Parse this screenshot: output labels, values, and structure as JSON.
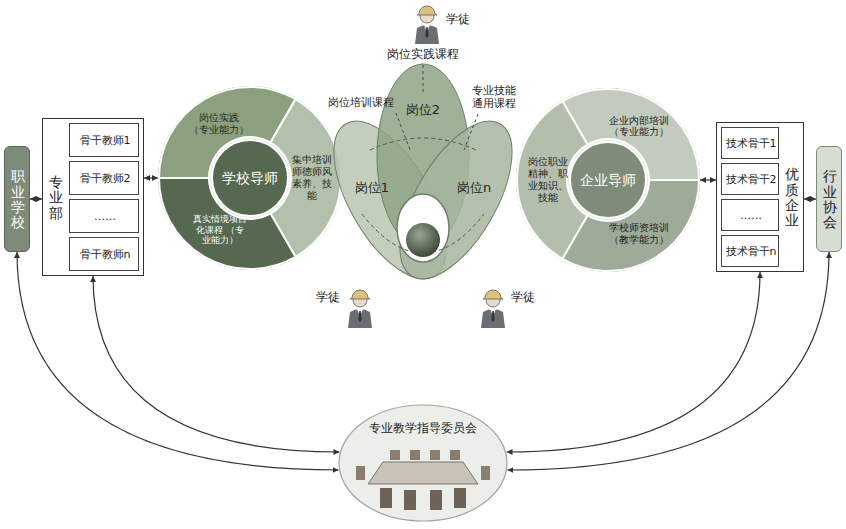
{
  "diagram": {
    "nodes": [
      {
        "text": [
          "职业学校"
        ]
      },
      {
        "text": [
          "专业部"
        ]
      },
      {
        "text": [
          "骨干教师1"
        ],
        "in": 1
      },
      {
        "text": [
          "骨干教师2"
        ],
        "in": 1
      },
      {
        "text": [
          "……"
        ],
        "in": 1
      },
      {
        "text": [
          "骨干教师n"
        ],
        "in": 1
      },
      {
        "text": [
          "学校导师"
        ]
      },
      {
        "text": [
          "岗位实践 （专业能力）"
        ],
        "in": 6
      },
      {
        "text": [
          "集中培训 师德师风素养、技能"
        ],
        "in": 6
      },
      {
        "text": [
          "真实情境项目化课程 （专业能力）"
        ],
        "in": 6
      },
      {
        "text": [
          "岗位1"
        ]
      },
      {
        "text": [
          "岗位2"
        ]
      },
      {
        "text": [
          "岗位n"
        ]
      },
      {
        "text": [
          "企业导师"
        ]
      },
      {
        "text": [
          "企业内部培训 （专业能力）"
        ],
        "in": 13
      },
      {
        "text": [
          "岗位职业精神、职业知识、技能"
        ],
        "in": 13
      },
      {
        "text": [
          "学校师资培训 （教学能力）"
        ],
        "in": 13
      },
      {
        "text": [
          "优质企业"
        ]
      },
      {
        "text": [
          "技术骨干1"
        ],
        "in": 17
      },
      {
        "text": [
          "技术骨干2"
        ],
        "in": 17
      },
      {
        "text": [
          "……"
        ],
        "in": 17
      },
      {
        "text": [
          "技术骨干n"
        ],
        "in": 17
      },
      {
        "text": [
          "行业协会"
        ]
      },
      {
        "text": [
          "专业教学指导委员会"
        ]
      }
    ],
    "edges": [
      {
        "from": 0,
        "to": 1,
        "arrow": "both"
      },
      {
        "from": 1,
        "to": 6,
        "arrow": "both"
      },
      {
        "from": 13,
        "to": 17,
        "arrow": "both"
      },
      {
        "from": 17,
        "to": 22,
        "arrow": "both"
      },
      {
        "from": 0,
        "to": 23,
        "arrow": "both"
      },
      {
        "from": 1,
        "to": 23,
        "arrow": "both"
      },
      {
        "from": 17,
        "to": 23,
        "arrow": "both"
      },
      {
        "from": 22,
        "to": 23,
        "arrow": "both"
      }
    ],
    "labels": [
      "学徒",
      "岗位实践课程",
      "岗位培训课程",
      "专业技能 通用课程",
      "学徒",
      "学徒"
    ]
  }
}
